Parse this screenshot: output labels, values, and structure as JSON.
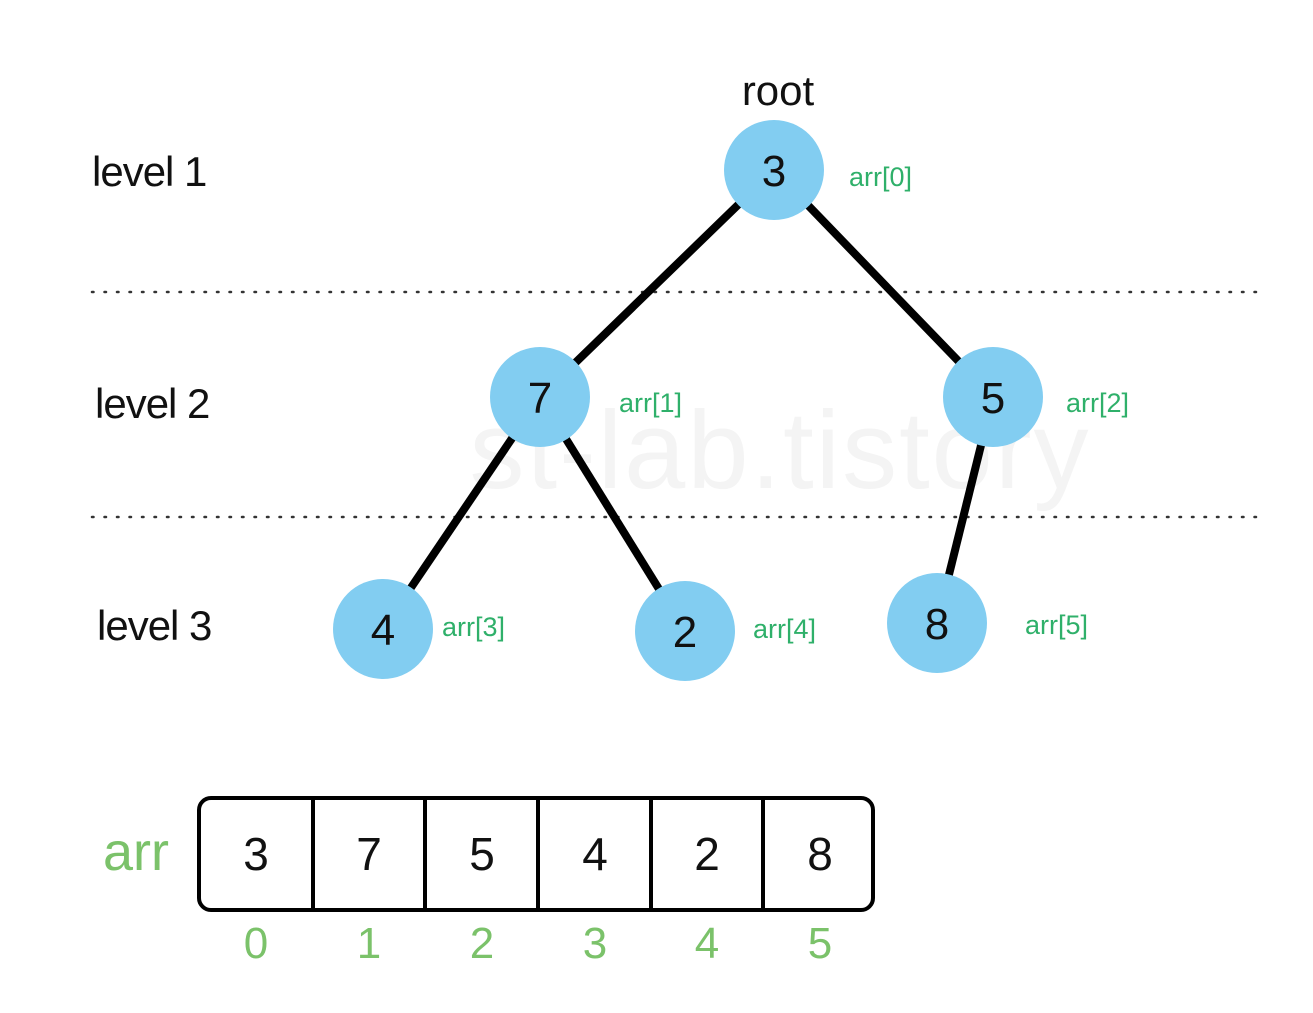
{
  "watermark": "st-lab.tistory",
  "root_label": "root",
  "levels": [
    {
      "label": "level 1"
    },
    {
      "label": "level 2"
    },
    {
      "label": "level 3"
    }
  ],
  "nodes": [
    {
      "value": "3",
      "index_label": "arr[0]"
    },
    {
      "value": "7",
      "index_label": "arr[1]"
    },
    {
      "value": "5",
      "index_label": "arr[2]"
    },
    {
      "value": "4",
      "index_label": "arr[3]"
    },
    {
      "value": "2",
      "index_label": "arr[4]"
    },
    {
      "value": "8",
      "index_label": "arr[5]"
    }
  ],
  "edges": [
    {
      "from": 0,
      "to": 1
    },
    {
      "from": 0,
      "to": 2
    },
    {
      "from": 1,
      "to": 3
    },
    {
      "from": 1,
      "to": 4
    },
    {
      "from": 2,
      "to": 5
    }
  ],
  "array": {
    "name": "arr",
    "cells": [
      {
        "value": "3",
        "index": "0"
      },
      {
        "value": "7",
        "index": "1"
      },
      {
        "value": "5",
        "index": "2"
      },
      {
        "value": "4",
        "index": "3"
      },
      {
        "value": "2",
        "index": "4"
      },
      {
        "value": "8",
        "index": "5"
      }
    ]
  },
  "colors": {
    "node_fill": "#82cdf1",
    "index_label": "#2fb06a",
    "array_name": "#7bc26a"
  }
}
